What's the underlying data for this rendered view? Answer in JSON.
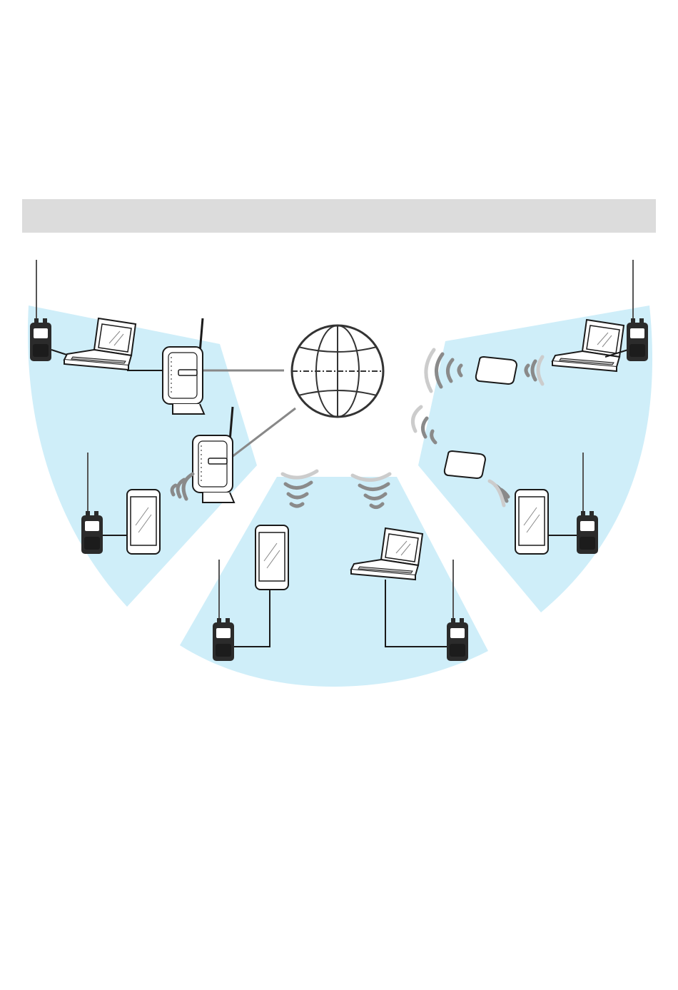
{
  "header": {
    "title": ""
  },
  "colors": {
    "zone_fill": "#cfeef9",
    "device_stroke": "#1a1a1a",
    "cable": "#555555",
    "radio_body": "#2b2b2b",
    "wifi_arc": "#8a8a8a",
    "globe_stroke": "#333333"
  },
  "zones": [
    {
      "name": "left-zone"
    },
    {
      "name": "center-zone"
    },
    {
      "name": "right-zone"
    }
  ],
  "icons": {
    "globe": "globe-icon",
    "router": "wifi-router-icon",
    "laptop": "laptop-icon",
    "tablet": "tablet-icon",
    "radio": "handheld-radio-icon",
    "mobile_router": "mobile-router-icon",
    "signal": "wifi-signal-icon"
  }
}
